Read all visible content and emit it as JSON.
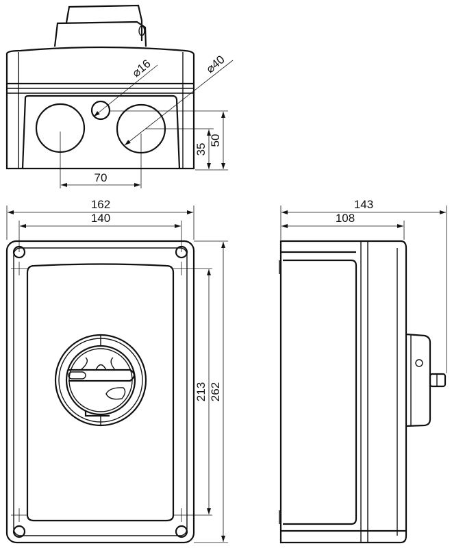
{
  "top_view": {
    "hole_small_diameter": "⌀16",
    "hole_large_diameter": "⌀40",
    "hole_spacing": "70",
    "hole_height_large": "35",
    "hole_height_small": "50"
  },
  "front_view": {
    "overall_width": "162",
    "mounting_width": "140",
    "mounting_height": "213",
    "overall_height": "262"
  },
  "side_view": {
    "overall_depth": "143",
    "body_depth": "108"
  }
}
